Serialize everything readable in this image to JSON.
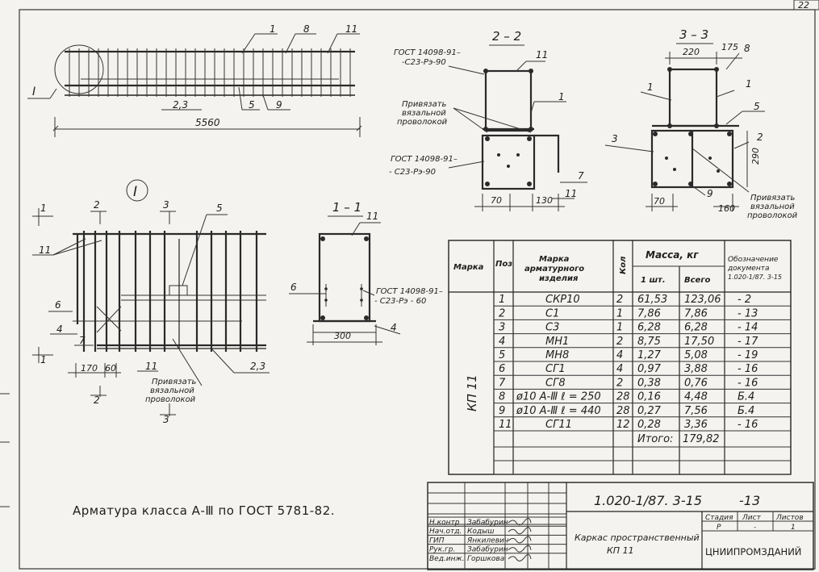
{
  "sheet_number": "22",
  "document_code": "1.020-1/87. 3-15",
  "sheet_suffix": "-13",
  "title": "Каркас пространственный КП 11",
  "title_line1": "Каркас пространственный",
  "title_line2": "КП 11",
  "organization": "ЦНИИПРОМЗДАНИЙ",
  "stage_labels": {
    "stage": "Стадия",
    "sheet": "Лист",
    "sheets": "Листов"
  },
  "stage_values": {
    "stage": "Р",
    "sheet": "-",
    "sheets": "1"
  },
  "signatures": [
    {
      "role": "Н.контр",
      "name": "Забабурин"
    },
    {
      "role": "Нач.отд.",
      "name": "Кодыш"
    },
    {
      "role": "ГИП",
      "name": "Янкилевич"
    },
    {
      "role": "Рук.гр.",
      "name": "Забабурин"
    },
    {
      "role": "Вед.инж.",
      "name": "Горшкова"
    }
  ],
  "note": "Арматура класса А-Ⅲ по ГОСТ 5781-82.",
  "main_view": {
    "length": "5560",
    "label_I": "I",
    "dim_23": "2,3",
    "marks": [
      "1",
      "8",
      "11",
      "5",
      "9"
    ]
  },
  "section_2_2": {
    "title": "2 – 2",
    "gost_top": "ГОСТ 14098-91–",
    "gost_top2": "-С23-Рэ-90",
    "gost_bottom": "ГОСТ 14098-91–",
    "gost_bottom2": "- С23-Рэ-90",
    "tie_note": [
      "Привязать",
      "вязальной",
      "проволокой"
    ],
    "dims": [
      "70",
      "130"
    ],
    "marks": [
      "11",
      "1",
      "7",
      "11"
    ]
  },
  "section_3_3": {
    "title": "3 – 3",
    "dims": [
      "220",
      "175",
      "290",
      "70",
      "160"
    ],
    "tie_note": [
      "Привязать",
      "вязальной",
      "проволокой"
    ],
    "marks": [
      "8",
      "1",
      "1",
      "5",
      "2",
      "3",
      "9"
    ]
  },
  "detail_I": {
    "title": "I",
    "dims": [
      "170",
      "60"
    ],
    "tie_note": [
      "Привязать",
      "вязальной",
      "проволокой"
    ],
    "marks": [
      "2",
      "3",
      "1",
      "5",
      "11",
      "6",
      "4",
      "7",
      "11",
      "2,3"
    ],
    "cut_labels": [
      "1",
      "2",
      "3",
      "1",
      "2",
      "3"
    ]
  },
  "section_1_1": {
    "title": "1 – 1",
    "gost": "ГОСТ 14098-91–",
    "gost2": "- С23-Рэ - 60",
    "dims": [
      "300"
    ],
    "marks": [
      "11",
      "6",
      "4"
    ]
  },
  "table": {
    "headers": {
      "mark": "Марка",
      "pos": "Поз",
      "item": [
        "Марка",
        "арматурного",
        "изделия"
      ],
      "qty": "Кол",
      "mass": "Масса, кг",
      "mass_one": "1 шт.",
      "mass_total": "Всего",
      "doc": [
        "Обозначение",
        "документа",
        "1.020-1/87. 3-15"
      ]
    },
    "group_mark": "КП 11",
    "rows": [
      {
        "pos": "1",
        "item": "СКР10",
        "qty": "2",
        "one": "61,53",
        "total": "123,06",
        "doc": "- 2"
      },
      {
        "pos": "2",
        "item": "С1",
        "qty": "1",
        "one": "7,86",
        "total": "7,86",
        "doc": "- 13"
      },
      {
        "pos": "3",
        "item": "С3",
        "qty": "1",
        "one": "6,28",
        "total": "6,28",
        "doc": "- 14"
      },
      {
        "pos": "4",
        "item": "МН1",
        "qty": "2",
        "one": "8,75",
        "total": "17,50",
        "doc": "- 17"
      },
      {
        "pos": "5",
        "item": "МН8",
        "qty": "4",
        "one": "1,27",
        "total": "5,08",
        "doc": "- 19"
      },
      {
        "pos": "6",
        "item": "СГ1",
        "qty": "4",
        "one": "0,97",
        "total": "3,88",
        "doc": "- 16"
      },
      {
        "pos": "7",
        "item": "СГ8",
        "qty": "2",
        "one": "0,38",
        "total": "0,76",
        "doc": "- 16"
      },
      {
        "pos": "8",
        "item": "ø10 А-Ⅲ  ℓ = 250",
        "qty": "28",
        "one": "0,16",
        "total": "4,48",
        "doc": "Б.4"
      },
      {
        "pos": "9",
        "item": "ø10 А-Ⅲ  ℓ = 440",
        "qty": "28",
        "one": "0,27",
        "total": "7,56",
        "doc": "Б.4"
      },
      {
        "pos": "11",
        "item": "СГ11",
        "qty": "12",
        "one": "0,28",
        "total": "3,36",
        "doc": "- 16"
      }
    ],
    "total_label": "Итого:",
    "total_value": "179,82"
  }
}
